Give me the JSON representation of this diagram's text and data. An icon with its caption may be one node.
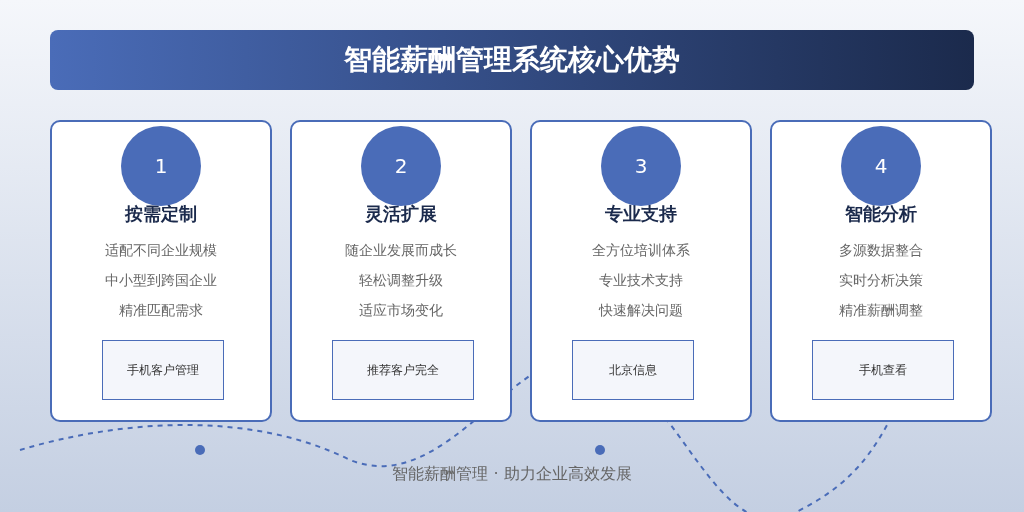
{
  "diagram": {
    "title": "智能薪酬管理系统核心优势",
    "caption": "智能薪酬管理 · 助力企业高效发展",
    "nodes": [
      {
        "text": [
          "按需定制",
          "适配不同企业规模",
          "中小型到跨国企业",
          "精准匹配需求"
        ]
      },
      {
        "text": [
          "1"
        ],
        "in": 0
      },
      {
        "text": [
          "手机客户管理"
        ],
        "in": 0
      },
      {
        "text": [
          "灵活扩展",
          "随企业发展而成长",
          "轻松调整升级",
          "适应市场变化"
        ]
      },
      {
        "text": [
          "2"
        ],
        "in": 3
      },
      {
        "text": [
          "推荐客户完全"
        ],
        "in": 3
      },
      {
        "text": [
          "专业支持",
          "全方位培训体系",
          "专业技术支持",
          "快速解决问题"
        ]
      },
      {
        "text": [
          "3"
        ],
        "in": 6
      },
      {
        "text": [
          "北京信息"
        ],
        "in": 6
      },
      {
        "text": [
          "智能分析",
          "多源数据整合",
          "实时分析决策",
          "精准薪酬调整"
        ]
      },
      {
        "text": [
          "4"
        ],
        "in": 9
      },
      {
        "text": [
          "手机查看"
        ],
        "in": 9
      }
    ],
    "edges": []
  }
}
